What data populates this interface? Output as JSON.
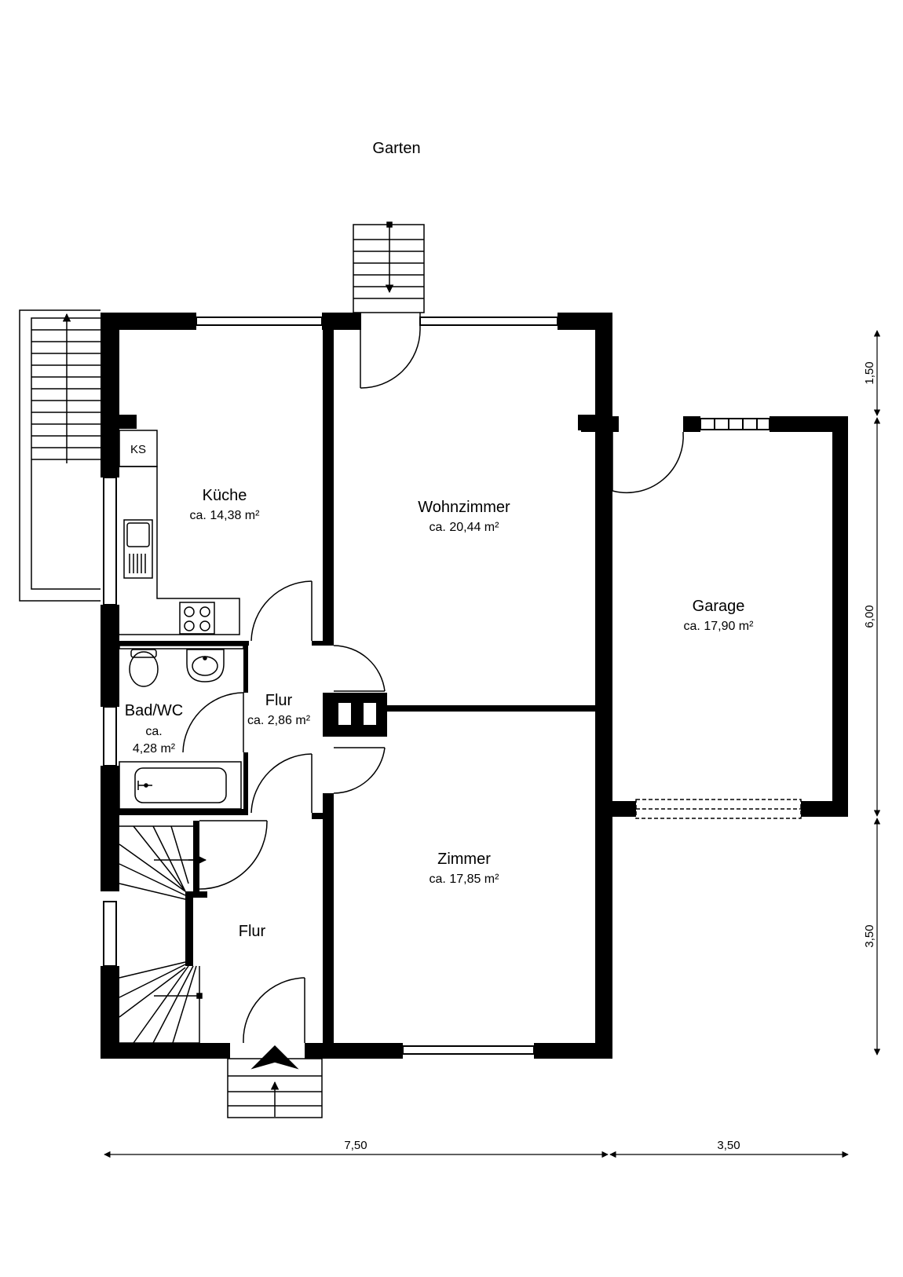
{
  "garden_label": "Garten",
  "rooms": {
    "kueche": {
      "name": "Küche",
      "area": "ca. 14,38 m²"
    },
    "wohnzimmer": {
      "name": "Wohnzimmer",
      "area": "ca. 20,44 m²"
    },
    "garage": {
      "name": "Garage",
      "area": "ca. 17,90 m²"
    },
    "flur_upper": {
      "name": "Flur",
      "area": "ca. 2,86 m²"
    },
    "bad": {
      "name": "Bad/WC",
      "area_line1": "ca.",
      "area_line2": "4,28 m²"
    },
    "zimmer": {
      "name": "Zimmer",
      "area": "ca. 17,85 m²"
    },
    "flur_lower": {
      "name": "Flur"
    }
  },
  "fixtures": {
    "ks_label": "KS"
  },
  "dimensions": {
    "width_house": "7,50",
    "width_garage": "3,50",
    "depth_top": "1,50",
    "depth_middle": "6,00",
    "depth_bottom": "3,50"
  },
  "colors": {
    "wall": "#000000",
    "background": "#ffffff",
    "line": "#000000"
  }
}
